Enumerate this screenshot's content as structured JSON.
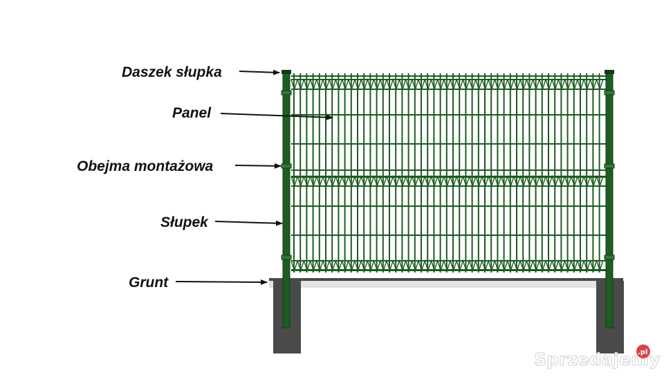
{
  "diagram": {
    "labels": {
      "roof": "Daszek słupka",
      "panel": "Panel",
      "clamp": "Obejma montażowa",
      "post": "Słupek",
      "ground": "Grunt"
    }
  },
  "watermark": {
    "text": "Sprzedajemy",
    "badge": ".pl"
  },
  "colors": {
    "post": "#1f5c22",
    "post_dark": "#0f3c12",
    "mesh": "#1d5a20",
    "ground": "#4a4a4a",
    "ground_strip": "#e4e4e4",
    "clamp": "#2f7a33",
    "text": "#111111",
    "watermark_badge": "#d9434b"
  }
}
